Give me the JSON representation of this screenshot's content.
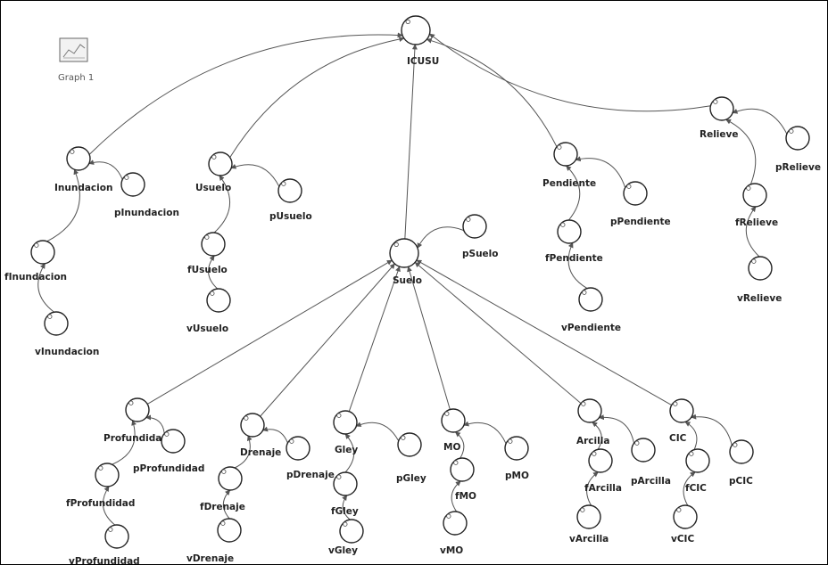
{
  "graph_button": {
    "label": "Graph 1"
  },
  "nodes": {
    "ICUSU": "ICUSU",
    "Inundacion": "Inundacion",
    "pInundacion": "pInundacion",
    "fInundacion": "fInundacion",
    "vInundacion": "vInundacion",
    "Usuelo": "Usuelo",
    "pUsuelo": "pUsuelo",
    "fUsuelo": "fUsuelo",
    "vUsuelo": "vUsuelo",
    "Suelo": "Suelo",
    "pSuelo": "pSuelo",
    "Pendiente": "Pendiente",
    "pPendiente": "pPendiente",
    "fPendiente": "fPendiente",
    "vPendiente": "vPendiente",
    "Relieve": "Relieve",
    "pRelieve": "pRelieve",
    "fRelieve": "fRelieve",
    "vRelieve": "vRelieve",
    "Profundidad": "Profundida",
    "pProfundidad": "pProfundidad",
    "fProfundidad": "fProfundidad",
    "vProfundidad": "vProfundidad",
    "Drenaje": "Drenaje",
    "pDrenaje": "pDrenaje",
    "fDrenaje": "fDrenaje",
    "vDrenaje": "vDrenaje",
    "Gley": "Gley",
    "pGley": "pGley",
    "fGley": "fGley",
    "vGley": "vGley",
    "MO": "MO",
    "pMO": "pMO",
    "fMO": "fMO",
    "vMO": "vMO",
    "Arcilla": "Arcilla",
    "pArcilla": "pArcilla",
    "fArcilla": "fArcilla",
    "vArcilla": "vArcilla",
    "CIC": "CIC",
    "pCIC": "pCIC",
    "fCIC": "fCIC",
    "vCIC": "vCIC"
  },
  "edges": [
    [
      "Inundacion",
      "ICUSU"
    ],
    [
      "Usuelo",
      "ICUSU"
    ],
    [
      "Suelo",
      "ICUSU"
    ],
    [
      "Pendiente",
      "ICUSU"
    ],
    [
      "Relieve",
      "ICUSU"
    ],
    [
      "pInundacion",
      "Inundacion"
    ],
    [
      "fInundacion",
      "Inundacion"
    ],
    [
      "vInundacion",
      "fInundacion"
    ],
    [
      "pUsuelo",
      "Usuelo"
    ],
    [
      "fUsuelo",
      "Usuelo"
    ],
    [
      "vUsuelo",
      "fUsuelo"
    ],
    [
      "pSuelo",
      "Suelo"
    ],
    [
      "pPendiente",
      "Pendiente"
    ],
    [
      "fPendiente",
      "Pendiente"
    ],
    [
      "vPendiente",
      "fPendiente"
    ],
    [
      "pRelieve",
      "Relieve"
    ],
    [
      "fRelieve",
      "Relieve"
    ],
    [
      "vRelieve",
      "fRelieve"
    ],
    [
      "Profundidad",
      "Suelo"
    ],
    [
      "Drenaje",
      "Suelo"
    ],
    [
      "Gley",
      "Suelo"
    ],
    [
      "MO",
      "Suelo"
    ],
    [
      "Arcilla",
      "Suelo"
    ],
    [
      "CIC",
      "Suelo"
    ],
    [
      "pProfundidad",
      "Profundidad"
    ],
    [
      "fProfundidad",
      "Profundidad"
    ],
    [
      "vProfundidad",
      "fProfundidad"
    ],
    [
      "pDrenaje",
      "Drenaje"
    ],
    [
      "fDrenaje",
      "Drenaje"
    ],
    [
      "vDrenaje",
      "fDrenaje"
    ],
    [
      "pGley",
      "Gley"
    ],
    [
      "fGley",
      "Gley"
    ],
    [
      "vGley",
      "fGley"
    ],
    [
      "pMO",
      "MO"
    ],
    [
      "fMO",
      "MO"
    ],
    [
      "vMO",
      "fMO"
    ],
    [
      "pArcilla",
      "Arcilla"
    ],
    [
      "fArcilla",
      "Arcilla"
    ],
    [
      "vArcilla",
      "fArcilla"
    ],
    [
      "pCIC",
      "CIC"
    ],
    [
      "fCIC",
      "CIC"
    ],
    [
      "vCIC",
      "fCIC"
    ]
  ]
}
